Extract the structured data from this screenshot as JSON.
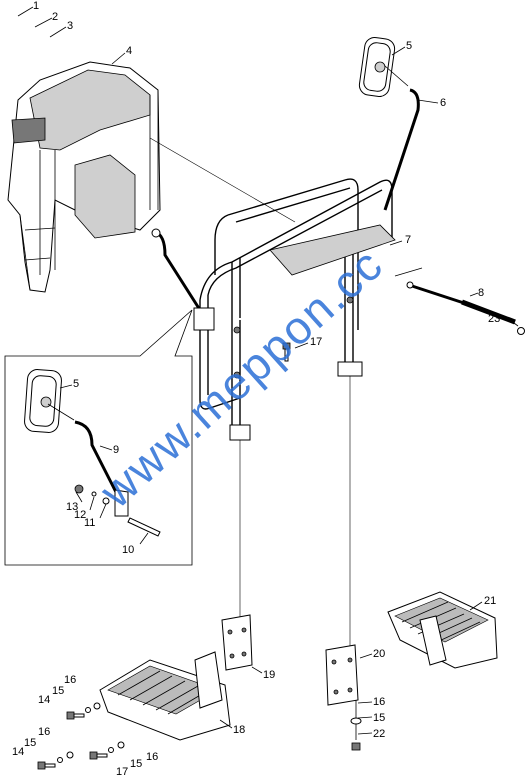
{
  "watermark": "www.meppon.cc",
  "callouts": [
    "1",
    "2",
    "3",
    "4",
    "5",
    "6",
    "7",
    "8",
    "23",
    "17",
    "5",
    "9",
    "13",
    "12",
    "11",
    "10",
    "21",
    "16",
    "15",
    "14",
    "20",
    "19",
    "18",
    "16",
    "15",
    "22",
    "16",
    "14",
    "15",
    "16",
    "15",
    "17"
  ]
}
